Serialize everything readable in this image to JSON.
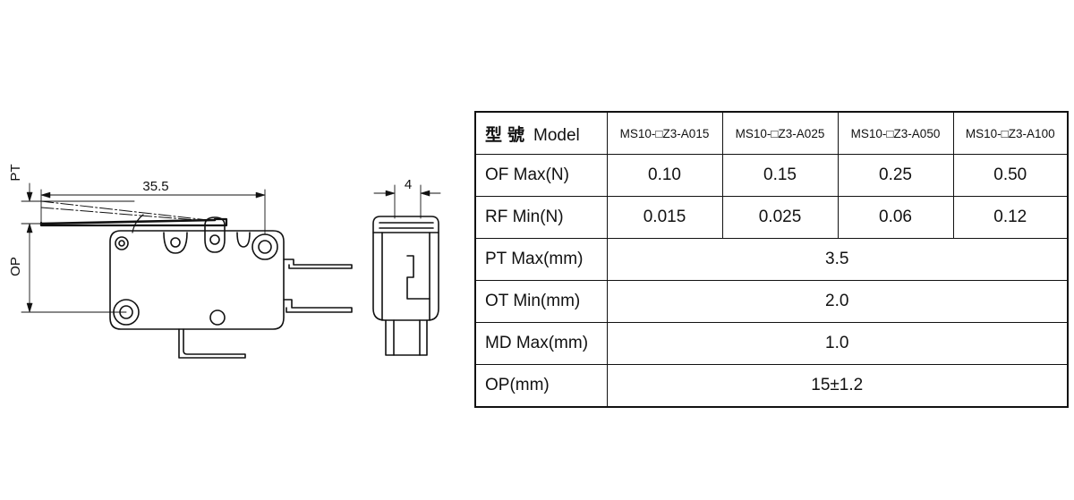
{
  "diagram": {
    "dim_pt": "PT",
    "dim_op": "OP",
    "dim_length": "35.5",
    "dim_width": "4"
  },
  "table": {
    "header": {
      "label_cjk": "型號",
      "label_en": "Model",
      "models": [
        "MS10-□Z3-A015",
        "MS10-□Z3-A025",
        "MS10-□Z3-A050",
        "MS10-□Z3-A100"
      ]
    },
    "rows": [
      {
        "label": "OF Max(N)",
        "values": [
          "0.10",
          "0.15",
          "0.25",
          "0.50"
        ]
      },
      {
        "label": "RF Min(N)",
        "values": [
          "0.015",
          "0.025",
          "0.06",
          "0.12"
        ]
      },
      {
        "label": "PT Max(mm)",
        "shared": "3.5"
      },
      {
        "label": "OT Min(mm)",
        "shared": "2.0"
      },
      {
        "label": "MD Max(mm)",
        "shared": "1.0"
      },
      {
        "label": "OP(mm)",
        "shared": "15±1.2"
      }
    ]
  }
}
